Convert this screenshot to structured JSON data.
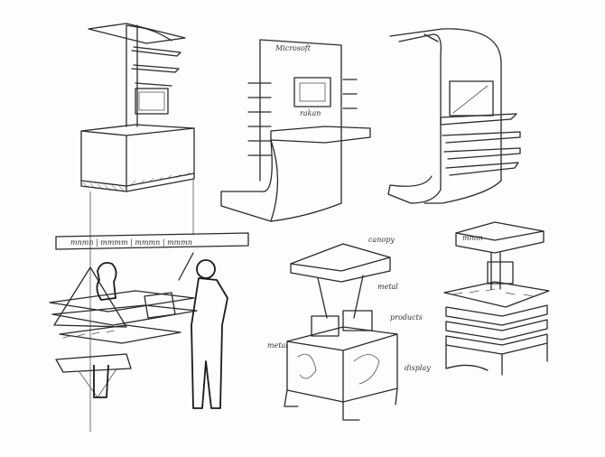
{
  "sketch_sheet": {
    "subject": "retail display kiosk concept sketches",
    "ink_color": "#2a2a2a",
    "paper_color": "#fdfdfc",
    "panels": [
      {
        "id": "tower-counter",
        "icon": "kiosk-sketch"
      },
      {
        "id": "curved-shelf-unit",
        "icon": "kiosk-sketch"
      },
      {
        "id": "wrap-shelf-unit",
        "icon": "kiosk-sketch"
      },
      {
        "id": "hanging-counter-with-figures",
        "icon": "kiosk-sketch"
      },
      {
        "id": "canopy-display-cart",
        "icon": "kiosk-sketch"
      },
      {
        "id": "stacked-shelf-kiosk",
        "icon": "kiosk-sketch"
      }
    ]
  }
}
